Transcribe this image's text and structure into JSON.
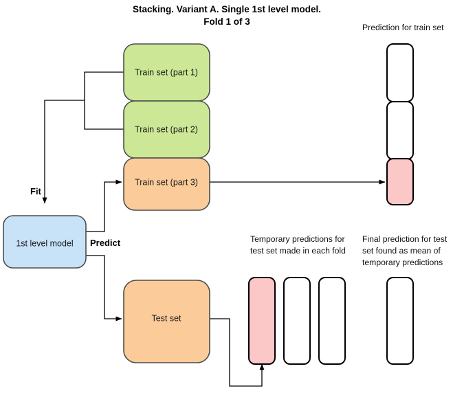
{
  "title": {
    "line1": "Stacking. Variant A. Single 1st level model.",
    "line2": "Fold 1 of 3"
  },
  "colors": {
    "green": "#cce896",
    "orange": "#fbcb9a",
    "blue": "#c8e2f8",
    "pink": "#fbc7c7",
    "white": "#ffffff",
    "node_border": "#4d4d4d",
    "cell_border": "#000000",
    "line": "#000000",
    "text": "#1a1a1a"
  },
  "nodes": {
    "train_part1": "Train set (part 1)",
    "train_part2": "Train set (part 2)",
    "train_part3": "Train set (part 3)",
    "model": "1st level model",
    "test_set": "Test set"
  },
  "edges": {
    "fit": "Fit",
    "predict": "Predict"
  },
  "captions": {
    "train_prediction": "Prediction for train set",
    "temp_predictions_line1": "Temporary predictions for",
    "temp_predictions_line2": "test set made in each fold",
    "final_prediction_line1": "Final prediction for test",
    "final_prediction_line2": "set found as mean of",
    "final_prediction_line3": "temporary predictions"
  },
  "train_prediction_cells": [
    {
      "name": "fold-1-slot",
      "fill": "#ffffff"
    },
    {
      "name": "fold-2-slot",
      "fill": "#ffffff"
    },
    {
      "name": "fold-3-slot",
      "fill": "#fbc7c7"
    }
  ],
  "temp_prediction_cells": [
    {
      "name": "temp-fold-1",
      "fill": "#fbc7c7"
    },
    {
      "name": "temp-fold-2",
      "fill": "#ffffff"
    },
    {
      "name": "temp-fold-3",
      "fill": "#ffffff"
    }
  ],
  "final_prediction_cell": {
    "name": "final-test-prediction",
    "fill": "#ffffff"
  }
}
